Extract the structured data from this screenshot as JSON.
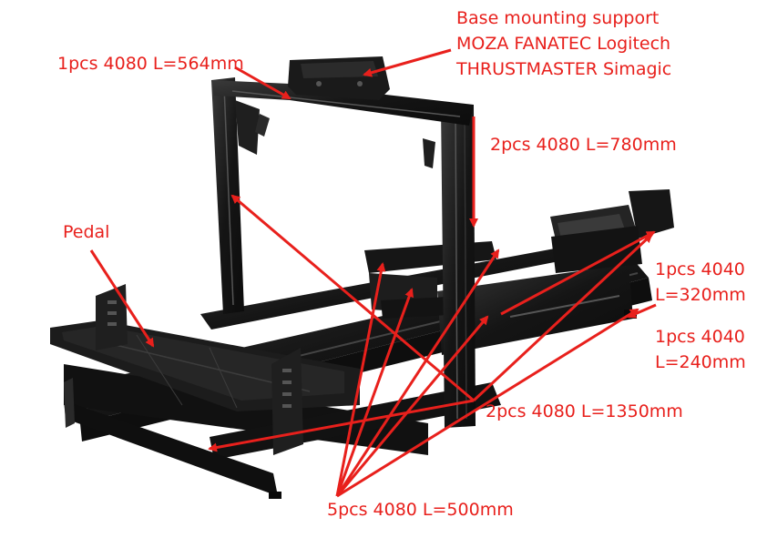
{
  "labels": {
    "base_mount": {
      "line1": "Base mounting support",
      "line2": "MOZA FANATEC  Logitech",
      "line3": "THRUSTMASTER  Simagic"
    },
    "top_bar": "1pcs 4080 L=564mm",
    "uprights": "2pcs 4080 L=780mm",
    "pedal": "Pedal",
    "crossbar_4040_320": {
      "line1": "1pcs 4040",
      "line2": "L=320mm"
    },
    "crossbar_4040_240": {
      "line1": "1pcs 4040",
      "line2": "L=240mm"
    },
    "rails": "2pcs 4080 L=1350mm",
    "short_bars": "5pcs 4080 L=500mm"
  },
  "colors": {
    "annotation": "#e8201c",
    "frame": "#141414",
    "frame_highlight": "#3a3a3a",
    "background": "#ffffff"
  }
}
